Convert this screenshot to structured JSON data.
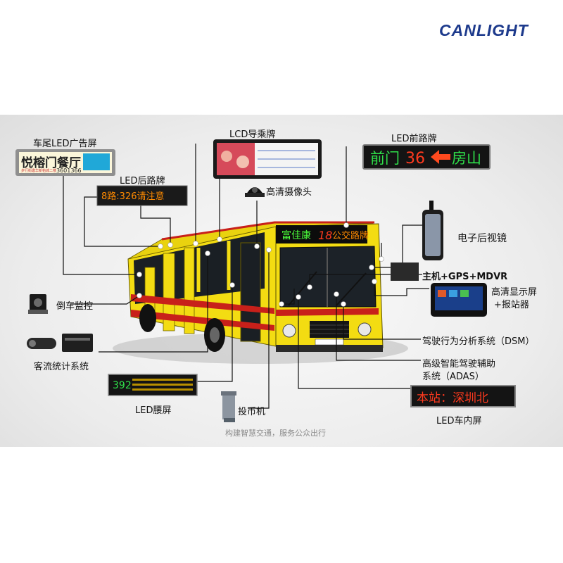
{
  "brand": {
    "logo_text": "CANLIGHT"
  },
  "tagline": "构建智慧交通，服务公众出行",
  "labels": {
    "rear_ad": "车尾LED广告屏",
    "lcd_guide": "LCD导乘牌",
    "front_sign": "LED前路牌",
    "rear_sign": "LED后路牌",
    "hd_camera": "高清摄像头",
    "rear_mirror": "电子后视镜",
    "host": "主机+GPS+MDVR",
    "hd_display_1": "高清显示屏",
    "hd_display_2": "+报站器",
    "reverse_monitor": "倒车监控",
    "dsm": "驾驶行为分析系统（DSM）",
    "passenger_count": "客流统计系统",
    "adas_1": "高级智能驾驶辅助",
    "adas_2": "系统（ADAS）",
    "waist_screen": "LED腰屏",
    "coin_box": "投币机",
    "interior_screen": "LED车内屏"
  },
  "displays": {
    "rear_ad_text": "悦榕门餐厅",
    "rear_ad_subtext": "步行街邀华新帕城二楼",
    "rear_ad_phone": "3601366",
    "rear_sign_text": "8路:326请注意",
    "front_sign_front": "前门",
    "front_sign_num": "36",
    "front_sign_dest": "房山",
    "bus_front_sign_name": "富佳康",
    "bus_front_sign_num": "18",
    "bus_front_sign_suffix": "公交路牌",
    "waist_num": "392",
    "interior_text": "本站：深圳北"
  },
  "colors": {
    "logo_blue": "#1d3a8c",
    "bus_yellow": "#f3dc12",
    "stripe_red": "#c8201a",
    "led_red": "#ff3a1e",
    "led_green": "#2fe04a",
    "led_orange": "#ff8a00"
  },
  "icons": [
    "camera-dome-icon",
    "mirror-icon",
    "host-box-icon",
    "display-icon",
    "reverse-camera-icon",
    "passenger-counter-icon",
    "coin-machine-icon"
  ]
}
